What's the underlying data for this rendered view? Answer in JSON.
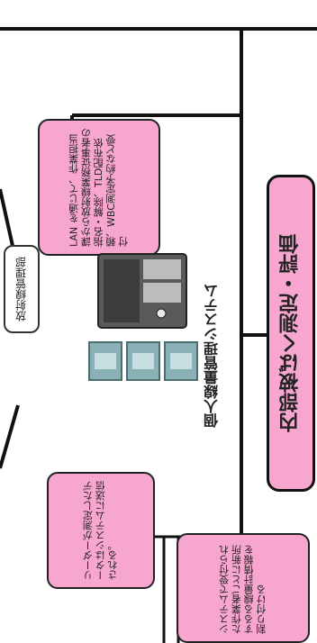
{
  "diagram": {
    "dept_label": "放射線管理部",
    "system_label": "個人線量管理システム",
    "top_callout": "LAN を通じて、作業担当課から放射線業務従事者の指名・解除、TLD配布依頼、WBC測定予約など受付",
    "left_callout": "リーダーが測定したデータはシステムに送信される。",
    "bottom_callout": "システムで受付られた作業者ごとに新所するる線量計情報を割り付ける",
    "right_box": "内部被ばく測定・評価"
  },
  "colors": {
    "callout_fill": "#f7a6cf",
    "line": "#111111",
    "server_body": "#555555"
  },
  "icons": {
    "server": "server-icon"
  }
}
